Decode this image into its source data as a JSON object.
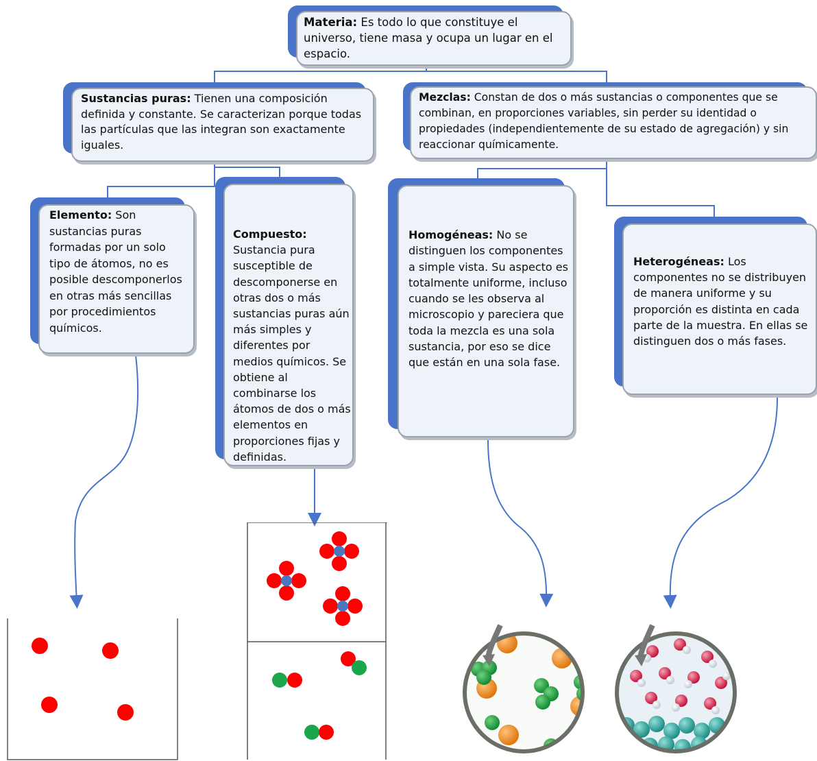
{
  "materia": {
    "title": "Materia:",
    "text": " Es todo lo que constituye el universo, tiene masa y ocupa un lugar en el espacio."
  },
  "sustancias_puras": {
    "title": "Sustancias puras:",
    "text": " Tienen una composición definida y constante. Se caracterizan porque todas las partículas que las integran son exactamente iguales."
  },
  "mezclas": {
    "title": "Mezclas:",
    "text": " Constan de dos o más sustancias o componentes que se combinan, en proporciones variables, sin perder su identidad o propiedades (independientemente de su estado de agregación) y sin reaccionar químicamente."
  },
  "elemento": {
    "title": "Elemento:",
    "text": " Son sustancias puras formadas por un solo tipo de átomos, no es posible descomponerlos en otras más sencillas por procedimientos químicos."
  },
  "compuesto": {
    "title": "Compuesto:",
    "text": " Sustancia pura susceptible de descomponerse en otras dos o más sustancias puras aún más simples y diferentes por medios químicos. Se obtiene al combinarse los átomos de dos o más elementos en proporciones fijas y definidas."
  },
  "homogeneas": {
    "title": "Homogéneas:",
    "text": " No se distinguen los componentes a simple vista. Su aspecto es totalmente uniforme, incluso cuando se les observa al microscopio y pareciera que toda la mezcla es una sola sustancia, por eso se dice que están en una sola fase."
  },
  "heterogeneas": {
    "title": "Heterogéneas:",
    "text": " Los componentes no se distribuyen de manera uniforme y su proporción es distinta en cada parte de la muestra. En ellas se distinguen dos o más fases."
  },
  "colors": {
    "accent": "#4a74c9",
    "panel": "#eef2f9",
    "atom_red": "#ff0000",
    "atom_blue": "#4a78c0",
    "atom_green": "#1aa64a",
    "atom_orange": "#f08a1c",
    "atom_teal": "#2aa9a0"
  }
}
